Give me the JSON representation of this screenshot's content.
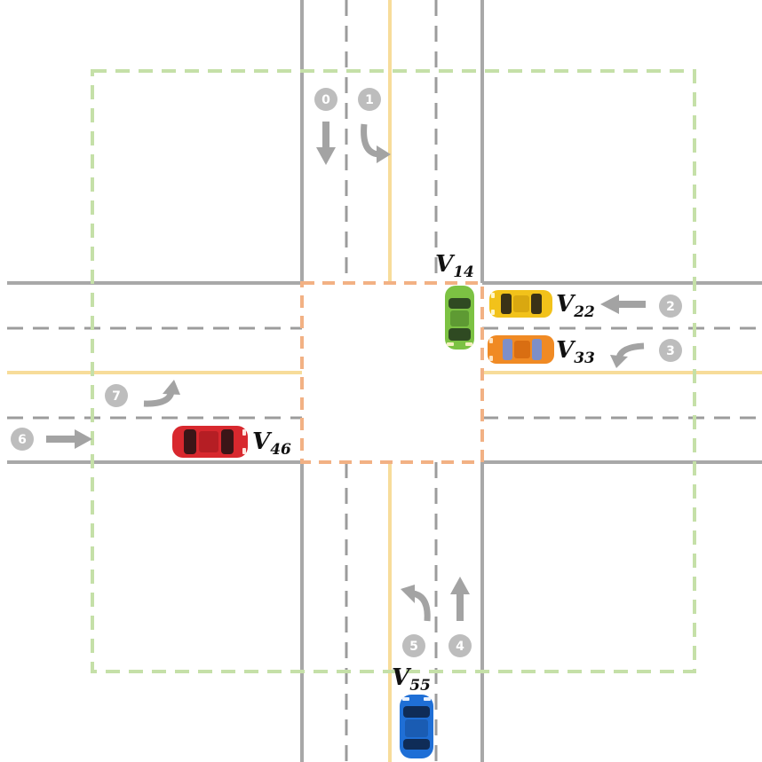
{
  "colors": {
    "road_line": "#a8a8a8",
    "dash_line": "#9c9c9c",
    "center_line": "#f7dc9a",
    "zone_border": "#c5e0a8",
    "intersection_border": "#f2b184",
    "arrow": "#a3a3a3",
    "badge": "#bdbdbd"
  },
  "lanes": [
    {
      "id": "0",
      "label": "0"
    },
    {
      "id": "1",
      "label": "1"
    },
    {
      "id": "2",
      "label": "2"
    },
    {
      "id": "3",
      "label": "3"
    },
    {
      "id": "4",
      "label": "4"
    },
    {
      "id": "5",
      "label": "5"
    },
    {
      "id": "6",
      "label": "6"
    },
    {
      "id": "7",
      "label": "7"
    }
  ],
  "vehicles": [
    {
      "id": "v14",
      "base": "V",
      "sub": "14",
      "color": "#7cc243"
    },
    {
      "id": "v22",
      "base": "V",
      "sub": "22",
      "color": "#f2c21a"
    },
    {
      "id": "v33",
      "base": "V",
      "sub": "33",
      "color": "#f08a24"
    },
    {
      "id": "v46",
      "base": "V",
      "sub": "46",
      "color": "#d8282e"
    },
    {
      "id": "v55",
      "base": "V",
      "sub": "55",
      "color": "#1f6fd6"
    }
  ]
}
